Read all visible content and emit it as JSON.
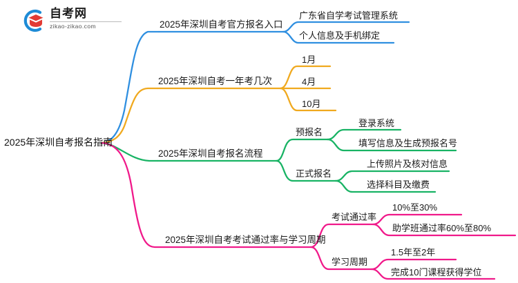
{
  "logo": {
    "title": "自考网",
    "subtitle": "zikao-zikao.com",
    "mark_icon": "graduation-cap-icon",
    "mark_colors": {
      "ring": "#1E8BD6",
      "cap": "#E23B34"
    }
  },
  "colors": {
    "blue": "#2F8FE0",
    "orange": "#F0A91E",
    "green": "#18B364",
    "pink": "#F0198A",
    "text": "#1a1a1a",
    "background": "#ffffff"
  },
  "mindmap": {
    "root": {
      "label": "2025年深圳自考报名指南"
    },
    "branches": [
      {
        "id": "branch-registration-entry",
        "color_key": "blue",
        "label": "2025年深圳自考官方报名入口",
        "children": [
          {
            "label": "广东省自学考试管理系统"
          },
          {
            "label": "个人信息及手机绑定"
          }
        ]
      },
      {
        "id": "branch-exam-frequency",
        "color_key": "orange",
        "label": "2025年深圳自考一年考几次",
        "children": [
          {
            "label": "1月"
          },
          {
            "label": "4月"
          },
          {
            "label": "10月"
          }
        ]
      },
      {
        "id": "branch-registration-process",
        "color_key": "green",
        "label": "2025年深圳自考报名流程",
        "children": [
          {
            "label": "预报名",
            "children": [
              {
                "label": "登录系统"
              },
              {
                "label": "填写信息及生成预报名号"
              }
            ]
          },
          {
            "label": "正式报名",
            "children": [
              {
                "label": "上传照片及核对信息"
              },
              {
                "label": "选择科目及缴费"
              }
            ]
          }
        ]
      },
      {
        "id": "branch-pass-rate-duration",
        "color_key": "pink",
        "label": "2025年深圳自考考试通过率与学习周期",
        "children": [
          {
            "label": "考试通过率",
            "children": [
              {
                "label": "10%至30%"
              },
              {
                "label": "助学班通过率60%至80%"
              }
            ]
          },
          {
            "label": "学习周期",
            "children": [
              {
                "label": "1.5年至2年"
              },
              {
                "label": "完成10门课程获得学位"
              }
            ]
          }
        ]
      }
    ]
  }
}
